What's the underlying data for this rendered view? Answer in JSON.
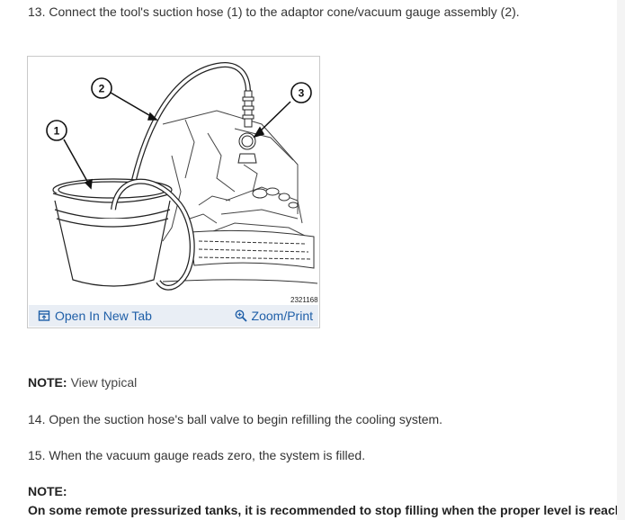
{
  "steps": {
    "step13": "13. Connect the tool's suction hose (1) to the adaptor cone/vacuum gauge assembly (2).",
    "step14": "14. Open the suction hose's ball valve to begin refilling the cooling system.",
    "step15": "15. When the vacuum gauge reads zero, the system is filled."
  },
  "figure": {
    "id": "2321168",
    "callouts": [
      "1",
      "2",
      "3"
    ],
    "open_label": "Open In New Tab",
    "zoom_label": "Zoom/Print"
  },
  "note1": {
    "label": "NOTE:",
    "text": "View typical"
  },
  "note2": {
    "label": "NOTE:",
    "text": "On some remote pressurized tanks, it is recommended to stop filling when the proper level is reached."
  }
}
